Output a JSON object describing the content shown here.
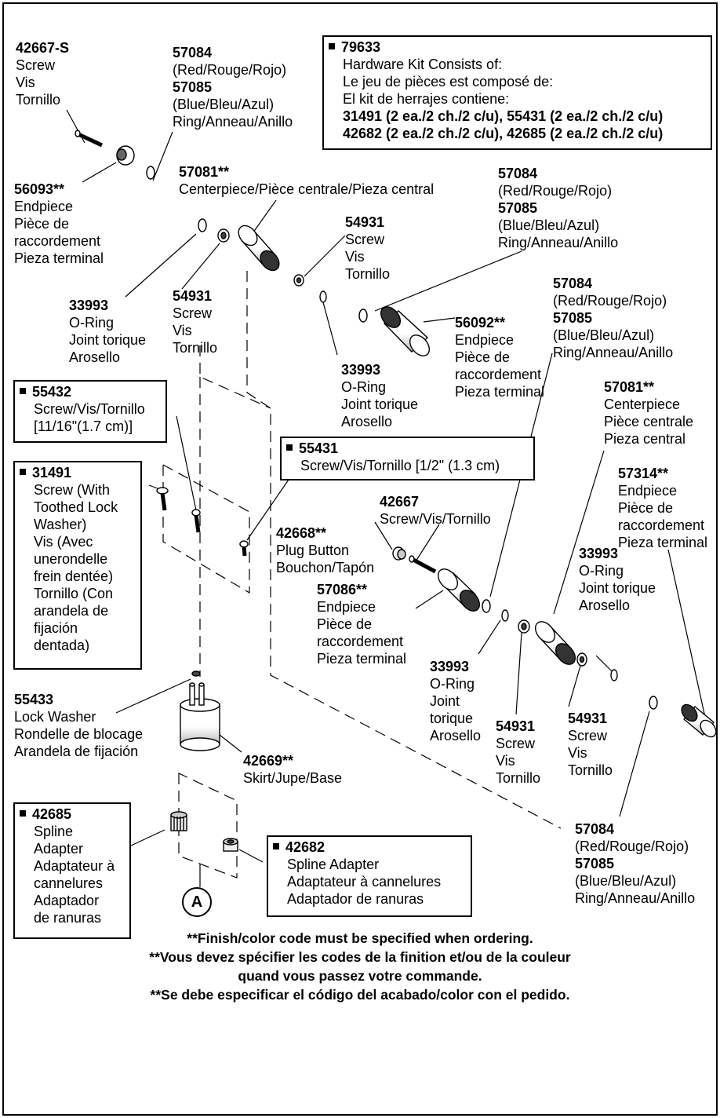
{
  "diagram_title": "",
  "parts": [
    {
      "id": "screw-42667s",
      "part_no": "42667-S",
      "lines": [
        "Screw",
        "Vis",
        "Tornillo"
      ]
    },
    {
      "id": "ring-top",
      "part_no": "57084",
      "lines": [
        "(Red/Rouge/Rojo)"
      ],
      "part_no2": "57085",
      "lines2": [
        "(Blue/Bleu/Azul)",
        "Ring/Anneau/Anillo"
      ]
    },
    {
      "id": "endpiece-56093",
      "part_no": "56093**",
      "lines": [
        "Endpiece",
        "Pièce de",
        "raccordement",
        "Pieza terminal"
      ]
    },
    {
      "id": "centerpiece-top",
      "part_no": "57081**",
      "lines": [
        "Centerpiece/Pièce centrale/Pieza central"
      ]
    },
    {
      "id": "ring-mid",
      "part_no": "57084",
      "lines": [
        "(Red/Rouge/Rojo)"
      ],
      "part_no2": "57085",
      "lines2": [
        "(Blue/Bleu/Azul)",
        "Ring/Anneau/Anillo"
      ]
    },
    {
      "id": "screw-54931-a",
      "part_no": "54931",
      "lines": [
        "Screw",
        "Vis",
        "Tornillo"
      ]
    },
    {
      "id": "oring-33993-a",
      "part_no": "33993",
      "lines": [
        "O-Ring",
        "Joint torique",
        "Arosello"
      ]
    },
    {
      "id": "screw-54931-b",
      "part_no": "54931",
      "lines": [
        "Screw",
        "Vis",
        "Tornillo"
      ]
    },
    {
      "id": "endpiece-56092",
      "part_no": "56092**",
      "lines": [
        "Endpiece",
        "Pièce de",
        "raccordement",
        "Pieza terminal"
      ]
    },
    {
      "id": "oring-33993-b",
      "part_no": "33993",
      "lines": [
        "O-Ring",
        "Joint torique",
        "Arosello"
      ]
    },
    {
      "id": "ring-right",
      "part_no": "57084",
      "lines": [
        "(Red/Rouge/Rojo)"
      ],
      "part_no2": "57085",
      "lines2": [
        "(Blue/Bleu/Azul)",
        "Ring/Anneau/Anillo"
      ]
    },
    {
      "id": "centerpiece-right",
      "part_no": "57081**",
      "lines": [
        "Centerpiece",
        "Pièce centrale",
        "Pieza central"
      ]
    },
    {
      "id": "endpiece-57314",
      "part_no": "57314**",
      "lines": [
        "Endpiece",
        "Pièce de",
        "raccordement",
        "Pieza terminal"
      ]
    },
    {
      "id": "screw-42667",
      "part_no": "42667",
      "lines": [
        "Screw/Vis/Tornillo"
      ]
    },
    {
      "id": "plug-42668",
      "part_no": "42668**",
      "lines": [
        "Plug Button",
        "Bouchon/Tapón"
      ]
    },
    {
      "id": "oring-33993-c",
      "part_no": "33993",
      "lines": [
        "O-Ring",
        "Joint torique",
        "Arosello"
      ]
    },
    {
      "id": "endpiece-57086",
      "part_no": "57086**",
      "lines": [
        "Endpiece",
        "Pièce de",
        "raccordement",
        "Pieza terminal"
      ]
    },
    {
      "id": "oring-33993-d",
      "part_no": "33993",
      "lines": [
        "O-Ring",
        "Joint",
        "torique",
        "Arosello"
      ]
    },
    {
      "id": "screw-54931-c",
      "part_no": "54931",
      "lines": [
        "Screw",
        "Vis",
        "Tornillo"
      ]
    },
    {
      "id": "screw-54931-d",
      "part_no": "54931",
      "lines": [
        "Screw",
        "Vis",
        "Tornillo"
      ]
    },
    {
      "id": "lockwasher-55433",
      "part_no": "55433",
      "lines": [
        "Lock Washer",
        "Rondelle de blocage",
        "Arandela de fijación"
      ]
    },
    {
      "id": "skirt-42669",
      "part_no": "42669**",
      "lines": [
        "Skirt/Jupe/Base"
      ]
    },
    {
      "id": "ring-bottom",
      "part_no": "57084",
      "lines": [
        "(Red/Rouge/Rojo)"
      ],
      "part_no2": "57085",
      "lines2": [
        "(Blue/Bleu/Azul)",
        "Ring/Anneau/Anillo"
      ]
    }
  ],
  "boxed": [
    {
      "id": "kit-79633",
      "part_no": "79633",
      "lines": [
        "Hardware Kit Consists of:",
        "Le jeu de pièces est composé de:",
        "El kit de herrajes contiene:"
      ],
      "bold_lines": [
        "31491 (2 ea./2 ch./2 c/u), 55431 (2 ea./2 ch./2 c/u)",
        "42682 (2 ea./2 ch./2 c/u), 42685 (2 ea./2 ch./2 c/u)"
      ]
    },
    {
      "id": "screw-55432",
      "part_no": "55432",
      "lines": [
        "Screw/Vis/Tornillo",
        "[11/16\"(1.7 cm)]"
      ]
    },
    {
      "id": "screw-55431",
      "part_no": "55431",
      "lines": [
        "Screw/Vis/Tornillo [1/2\" (1.3 cm)"
      ]
    },
    {
      "id": "screw-31491",
      "part_no": "31491",
      "lines": [
        "Screw (With",
        "Toothed Lock",
        "Washer)",
        "Vis (Avec",
        "unerondelle",
        "frein dentée)",
        "Tornillo (Con",
        "arandela de",
        "fijación",
        "dentada)"
      ]
    },
    {
      "id": "adapter-42685",
      "part_no": "42685",
      "lines": [
        "Spline",
        "Adapter",
        "Adaptateur à",
        "cannelures",
        "Adaptador",
        "de ranuras"
      ]
    },
    {
      "id": "adapter-42682",
      "part_no": "42682",
      "lines": [
        "Spline Adapter",
        "Adaptateur à cannelures",
        "Adaptador de ranuras"
      ]
    }
  ],
  "callout_a": "A",
  "notes": [
    "**Finish/color code must be specified when ordering.",
    "**Vous devez spécifier les codes de la finition et/ou de la couleur",
    "quand vous passez votre commande.",
    "**Se debe especificar el código del acabado/color con el pedido."
  ]
}
